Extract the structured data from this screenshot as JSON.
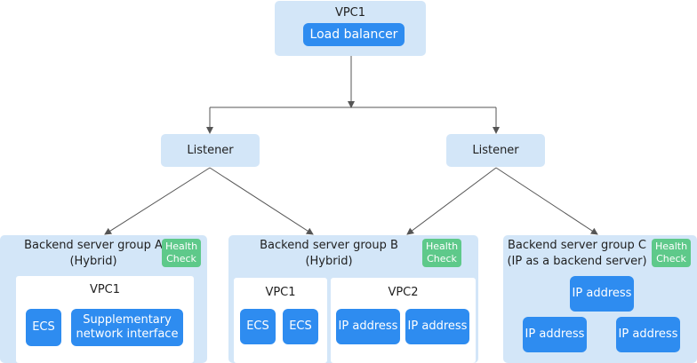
{
  "top": {
    "vpc": "VPC1",
    "load_balancer": "Load balancer"
  },
  "listeners": {
    "left": "Listener",
    "right": "Listener"
  },
  "health_check": "Health\nCheck",
  "group_a": {
    "title": "Backend server group A\n(Hybrid)",
    "vpc": "VPC1",
    "ecs": "ECS",
    "supplementary": "Supplementary\nnetwork interface"
  },
  "group_b": {
    "title": "Backend server group B\n(Hybrid)",
    "vpc1": "VPC1",
    "ecs1": "ECS",
    "ecs2": "ECS",
    "vpc2": "VPC2",
    "ip1": "IP address",
    "ip2": "IP address"
  },
  "group_c": {
    "title": "Backend server group C\n(IP as a backend server)",
    "ip1": "IP address",
    "ip2": "IP address",
    "ip3": "IP address"
  },
  "colors": {
    "light_blue": "#d3e6f8",
    "blue": "#2e8cf0",
    "green": "#5ec98a",
    "line": "#555555"
  }
}
